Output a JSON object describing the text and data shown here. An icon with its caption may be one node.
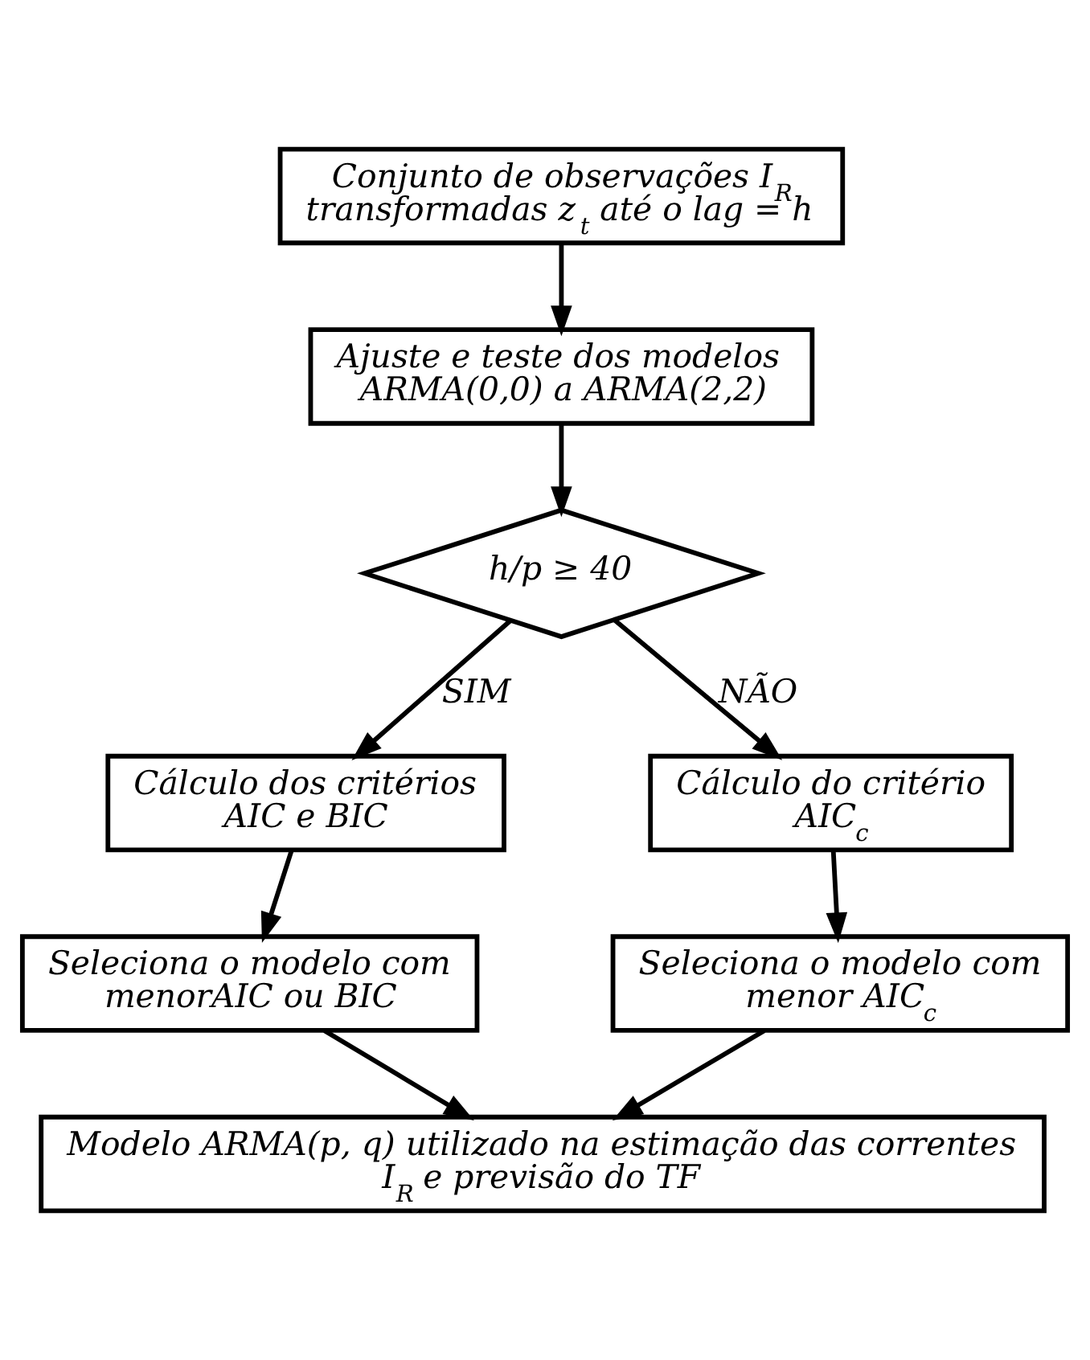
{
  "diagram": {
    "nodes": [
      {
        "text": [
          "Conjunto de observações I$_{R}$ transformadas z$_{t}$ até o lag = h"
        ]
      },
      {
        "text": [
          "Ajuste e teste dos modelos ARMA(0,0) a ARMA(2,2)"
        ]
      },
      {
        "text": [
          "h/p ≥ 40"
        ]
      },
      {
        "text": [
          "Cálculo dos critérios AIC e BIC"
        ]
      },
      {
        "text": [
          "Cálculo do critério AIC$_{c}$"
        ]
      },
      {
        "text": [
          "Seleciona o modelo com menorAIC ou BIC"
        ]
      },
      {
        "text": [
          "Seleciona o modelo com menor AIC$_{c}$"
        ]
      },
      {
        "text": [
          "Modelo ARMA(p, q) utilizado na estimação das correntes I$_{R}$ e previsão do TF"
        ]
      }
    ],
    "edges": [
      {
        "from": 0,
        "to": 1,
        "arrow": "to"
      },
      {
        "from": 1,
        "to": 2,
        "arrow": "to"
      },
      {
        "from": 2,
        "to": 3,
        "arrow": "to",
        "label": "SIM"
      },
      {
        "from": 2,
        "to": 4,
        "arrow": "to",
        "label": "NÃO"
      },
      {
        "from": 3,
        "to": 5,
        "arrow": "to"
      },
      {
        "from": 4,
        "to": 6,
        "arrow": "to"
      },
      {
        "from": 5,
        "to": 7,
        "arrow": "to"
      },
      {
        "from": 6,
        "to": 7,
        "arrow": "to"
      }
    ]
  }
}
